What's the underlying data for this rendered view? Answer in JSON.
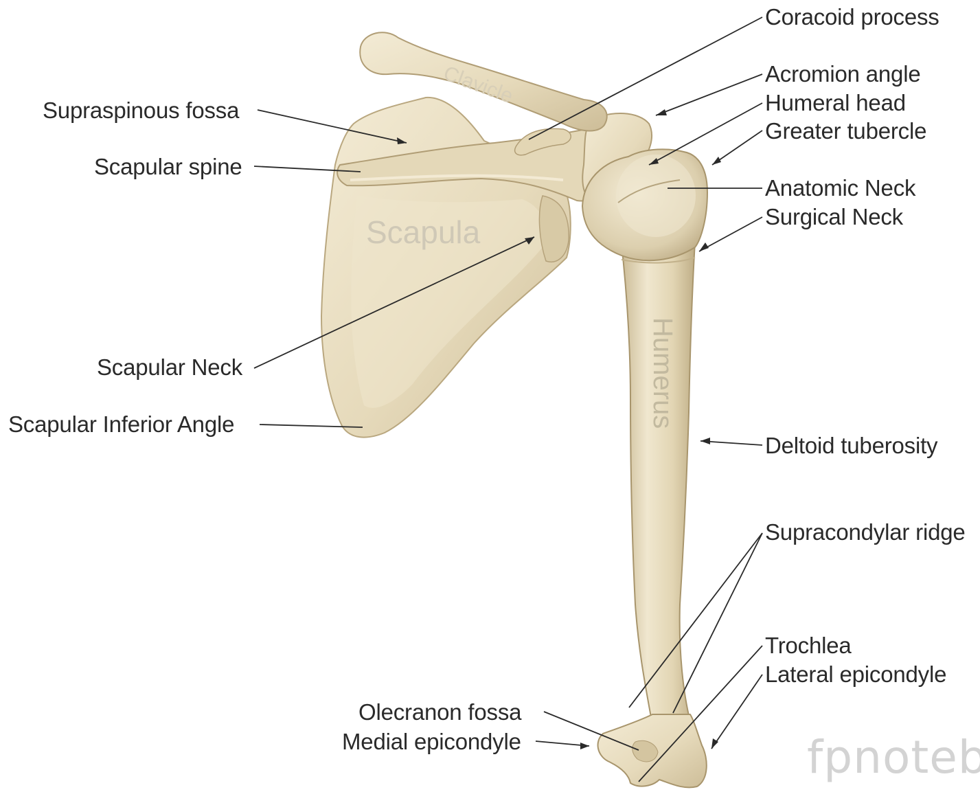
{
  "diagram": {
    "bone_names": {
      "clavicle": "Clavicle",
      "scapula": "Scapula",
      "humerus": "Humerus"
    },
    "labels_left": {
      "supraspinous_fossa": "Supraspinous fossa",
      "scapular_spine": "Scapular spine",
      "scapular_neck": "Scapular Neck",
      "scapular_inferior_angle": "Scapular Inferior Angle",
      "olecranon_fossa": "Olecranon fossa",
      "medial_epicondyle": "Medial epicondyle"
    },
    "labels_right": {
      "coracoid_process": "Coracoid process",
      "acromion_angle": "Acromion angle",
      "humeral_head": "Humeral head",
      "greater_tubercle": "Greater tubercle",
      "anatomic_neck": "Anatomic Neck",
      "surgical_neck": "Surgical Neck",
      "deltoid_tuberosity": "Deltoid tuberosity",
      "supracondylar_ridge": "Supracondylar ridge",
      "trochlea": "Trochlea",
      "lateral_epicondyle": "Lateral epicondyle"
    },
    "watermark": "fpnotebo",
    "colors": {
      "bone_fill": "#e9dfc3",
      "bone_shadow": "#c9b994",
      "leader_line": "#2a2a2a"
    }
  }
}
